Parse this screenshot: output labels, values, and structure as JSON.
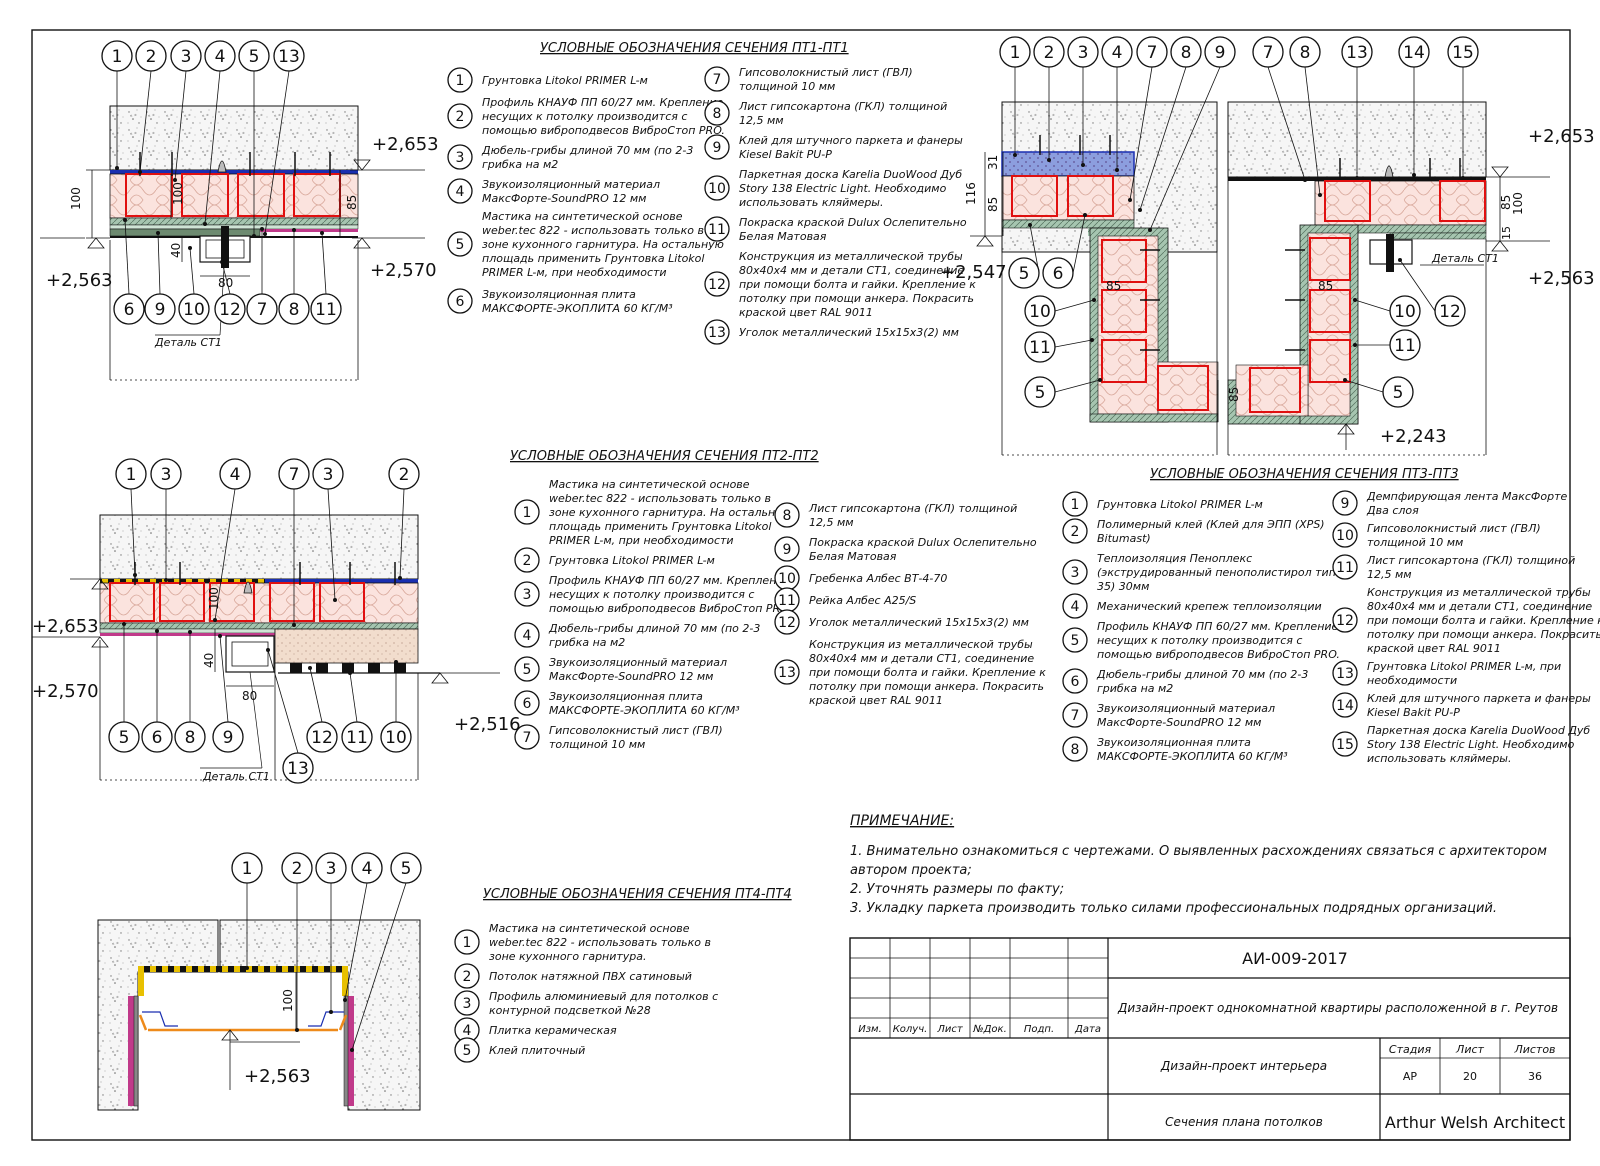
{
  "sections": {
    "pt1": {
      "title": "УСЛОВНЫЕ ОБОЗНАЧЕНИЯ СЕЧЕНИЯ ПТ1-ПТ1",
      "levels": {
        "top": "+2,653",
        "left": "+2,563",
        "right": "+2,570"
      },
      "dims": {
        "a": "100",
        "b": "100",
        "c": "85",
        "d": "40",
        "e": "80"
      },
      "detail": "Деталь СТ1",
      "top_markers": [
        "1",
        "2",
        "3",
        "4",
        "5",
        "13"
      ],
      "bottom_markers": [
        "6",
        "9",
        "10",
        "12",
        "7",
        "8",
        "11"
      ],
      "legend_left": [
        {
          "n": "1",
          "lines": [
            "Грунтовка Litokol PRIMER L-м"
          ]
        },
        {
          "n": "2",
          "lines": [
            "Профиль КНАУФ ПП 60/27 мм. Крепление",
            "несущих к потолку производится с",
            "помощью виброподвесов ВиброСтоп PRO."
          ]
        },
        {
          "n": "3",
          "lines": [
            "Дюбель-грибы длиной 70 мм (по 2-3",
            "грибка на м2"
          ]
        },
        {
          "n": "4",
          "lines": [
            "Звукоизоляционный материал",
            "МаксФорте-SoundPRO 12 мм"
          ]
        },
        {
          "n": "5",
          "lines": [
            "Мастика на синтетической основе",
            "weber.tec 822 - использовать только в",
            "зоне кухонного гарнитура. На остальную",
            "площадь применить Грунтовка Litokol",
            "PRIMER L-м, при необходимости"
          ]
        },
        {
          "n": "6",
          "lines": [
            "Звукоизоляционная плита",
            "МАКСФОРТЕ-ЭКОПЛИТА 60 КГ/М³"
          ]
        }
      ],
      "legend_right": [
        {
          "n": "7",
          "lines": [
            "Гипсоволокнистый лист (ГВЛ)",
            "толщиной 10 мм"
          ]
        },
        {
          "n": "8",
          "lines": [
            "Лист гипсокартона (ГКЛ) толщиной",
            "12,5 мм"
          ]
        },
        {
          "n": "9",
          "lines": [
            "Клей для штучного паркета и фанеры",
            "Kiesel Bakit PU-P"
          ]
        },
        {
          "n": "10",
          "lines": [
            "Паркетная доска Karelia DuoWood Дуб",
            "Story 138 Electric Light. Необходимо",
            "использовать кляймеры."
          ]
        },
        {
          "n": "11",
          "lines": [
            "Покраска краской Dulux Ослепительно",
            "Белая Матовая"
          ]
        },
        {
          "n": "12",
          "lines": [
            "Конструкция из металлической трубы",
            "80х40х4 мм и детали СТ1, соединение",
            "при помощи болта и гайки. Крепление к",
            "потолку при помощи анкера. Покрасить",
            "краской цвет RAL 9011"
          ]
        },
        {
          "n": "13",
          "lines": [
            "Уголок металлический 15х15х3(2) мм"
          ]
        }
      ]
    },
    "pt2": {
      "title": "УСЛОВНЫЕ ОБОЗНАЧЕНИЯ СЕЧЕНИЯ ПТ2-ПТ2",
      "levels": {
        "top": "+2,653",
        "left": "+2,570",
        "right": "+2,516"
      },
      "dims": {
        "a": "100",
        "d": "40",
        "e": "80"
      },
      "detail": "Деталь СТ1",
      "top_markers": [
        "1",
        "3",
        "4",
        "7",
        "3",
        "2"
      ],
      "bottom_markers": [
        "5",
        "6",
        "8",
        "9",
        "13",
        "12",
        "11",
        "10"
      ],
      "legend_left": [
        {
          "n": "1",
          "lines": [
            "Мастика на синтетической основе",
            "weber.tec 822 - использовать только в",
            "зоне кухонного гарнитура. На остальную",
            "площадь применить Грунтовка Litokol",
            "PRIMER L-м, при необходимости"
          ]
        },
        {
          "n": "2",
          "lines": [
            "Грунтовка Litokol PRIMER L-м"
          ]
        },
        {
          "n": "3",
          "lines": [
            "Профиль КНАУФ ПП 60/27 мм. Крепление",
            "несущих к потолку производится с",
            "помощью виброподвесов ВиброСтоп PRO."
          ]
        },
        {
          "n": "4",
          "lines": [
            "Дюбель-грибы длиной 70 мм (по 2-3",
            "грибка на м2"
          ]
        },
        {
          "n": "5",
          "lines": [
            "Звукоизоляционный материал",
            "МаксФорте-SoundPRO 12 мм"
          ]
        },
        {
          "n": "6",
          "lines": [
            "Звукоизоляционная плита",
            "МАКСФОРТЕ-ЭКОПЛИТА 60 КГ/М³"
          ]
        },
        {
          "n": "7",
          "lines": [
            "Гипсоволокнистый лист (ГВЛ)",
            "толщиной 10 мм"
          ]
        }
      ],
      "legend_right": [
        {
          "n": "8",
          "lines": [
            "Лист гипсокартона (ГКЛ) толщиной",
            "12,5 мм"
          ]
        },
        {
          "n": "9",
          "lines": [
            "Покраска краской Dulux Ослепительно",
            "Белая Матовая"
          ]
        },
        {
          "n": "10",
          "lines": [
            "Гребенка Албес ВТ-4-70"
          ]
        },
        {
          "n": "11",
          "lines": [
            "Рейка Албес А25/S"
          ]
        },
        {
          "n": "12",
          "lines": [
            "Уголок металлический 15х15х3(2) мм"
          ]
        },
        {
          "n": "13",
          "lines": [
            "Конструкция из металлической трубы",
            "80х40х4 мм и детали СТ1, соединение",
            "при помощи болта и гайки. Крепление к",
            "потолку при помощи анкера. Покрасить",
            "краской цвет RAL 9011"
          ]
        }
      ]
    },
    "pt3": {
      "title": "УСЛОВНЫЕ ОБОЗНАЧЕНИЯ СЕЧЕНИЯ ПТ3-ПТ3",
      "levels": {
        "top": "+2,653",
        "left": "+2,547",
        "right": "+2,563",
        "bottom": "+2,243"
      },
      "dims": {
        "a": "116",
        "b": "85",
        "c": "31",
        "d": "85",
        "e": "85",
        "f": "85",
        "g": "100",
        "h": "15",
        "i": "85"
      },
      "detail": "Деталь СТ1",
      "top_markers": [
        "1",
        "2",
        "3",
        "4",
        "7",
        "8",
        "9",
        "7",
        "8",
        "13",
        "14",
        "15"
      ],
      "left_markers": [
        "5",
        "6",
        "10",
        "11",
        "5"
      ],
      "right_markers": [
        "10",
        "12",
        "11",
        "5"
      ],
      "legend_left": [
        {
          "n": "1",
          "lines": [
            "Грунтовка Litokol PRIMER L-м"
          ]
        },
        {
          "n": "2",
          "lines": [
            "Полимерный клей (Клей для ЭПП (XPS)",
            "Bitumast)"
          ]
        },
        {
          "n": "3",
          "lines": [
            "Теплоизоляция Пеноплекс",
            "(экструдированный пенополистирол тип",
            "35) 30мм"
          ]
        },
        {
          "n": "4",
          "lines": [
            "Механический крепеж теплоизоляции"
          ]
        },
        {
          "n": "5",
          "lines": [
            "Профиль КНАУФ ПП 60/27 мм. Крепление",
            "несущих к потолку производится с",
            "помощью виброподвесов ВиброСтоп PRO."
          ]
        },
        {
          "n": "6",
          "lines": [
            "Дюбель-грибы длиной 70 мм (по 2-3",
            "грибка на м2"
          ]
        },
        {
          "n": "7",
          "lines": [
            "Звукоизоляционный материал",
            "МаксФорте-SoundPRO 12 мм"
          ]
        },
        {
          "n": "8",
          "lines": [
            "Звукоизоляционная плита",
            "МАКСФОРТЕ-ЭКОПЛИТА 60 КГ/М³"
          ]
        }
      ],
      "legend_right": [
        {
          "n": "9",
          "lines": [
            "Демпфирующая лента МаксФорте",
            "Два слоя"
          ]
        },
        {
          "n": "10",
          "lines": [
            "Гипсоволокнистый лист (ГВЛ)",
            "толщиной 10 мм"
          ]
        },
        {
          "n": "11",
          "lines": [
            "Лист гипсокартона (ГКЛ) толщиной",
            "12,5 мм"
          ]
        },
        {
          "n": "12",
          "lines": [
            "Конструкция из металлической трубы",
            "80х40х4 мм и детали СТ1, соединение",
            "при помощи болта и гайки. Крепление к",
            "потолку при помощи анкера. Покрасить",
            "краской цвет RAL 9011"
          ]
        },
        {
          "n": "13",
          "lines": [
            "Грунтовка Litokol PRIMER L-м, при",
            "необходимости"
          ]
        },
        {
          "n": "14",
          "lines": [
            "Клей для штучного паркета и фанеры",
            "Kiesel Bakit PU-P"
          ]
        },
        {
          "n": "15",
          "lines": [
            "Паркетная доска Karelia DuoWood Дуб",
            "Story 138 Electric Light. Необходимо",
            "использовать кляймеры."
          ]
        }
      ]
    },
    "pt4": {
      "title": "УСЛОВНЫЕ ОБОЗНАЧЕНИЯ СЕЧЕНИЯ ПТ4-ПТ4",
      "levels": {
        "main": "+2,563"
      },
      "dims": {
        "a": "100"
      },
      "top_markers": [
        "1",
        "2",
        "3",
        "4",
        "5"
      ],
      "legend": [
        {
          "n": "1",
          "lines": [
            "Мастика на синтетической основе",
            "weber.tec 822 - использовать только в",
            "зоне кухонного гарнитура."
          ]
        },
        {
          "n": "2",
          "lines": [
            "Потолок натяжной ПВХ сатиновый"
          ]
        },
        {
          "n": "3",
          "lines": [
            "Профиль алюминиевый для потолков с",
            "контурной подсветкой №28"
          ]
        },
        {
          "n": "4",
          "lines": [
            "Плитка керамическая"
          ]
        },
        {
          "n": "5",
          "lines": [
            "Клей плиточный"
          ]
        }
      ]
    }
  },
  "note": {
    "title": "ПРИМЕЧАНИЕ:",
    "lines": [
      "1. Внимательно ознакомиться с чертежами. О выявленных расхождениях связаться с архитектором",
      "автором проекта;",
      "2. Уточнять размеры по факту;",
      "3. Укладку паркета производить только силами профессиональных подрядных организаций."
    ]
  },
  "titleblock": {
    "code": "АИ-009-2017",
    "project": "Дизайн-проект однокомнатной квартиры расположенной в г. Реутов",
    "cols": [
      "Изм.",
      "Колуч.",
      "Лист",
      "№Док.",
      "Подп.",
      "Дата"
    ],
    "stage_label": "Дизайн-проект интерьера",
    "stage_head": [
      "Стадия",
      "Лист",
      "Листов"
    ],
    "stage_vals": [
      "АР",
      "20",
      "36"
    ],
    "sheet_name": "Сечения плана потолков",
    "author": "Arthur Welsh Architect"
  },
  "colors": {
    "concrete": "#f4f4f4",
    "insul_fill": "#fbe3de",
    "insul_line": "#e01010",
    "gvl": "#6d8a70",
    "pink": "#c03a8a",
    "blue": "#1a2fb0",
    "yellow": "#e8c000",
    "orange": "#ee8a1a",
    "parquet": "#f3dccb",
    "slab_blue": "#8a9ad8"
  }
}
